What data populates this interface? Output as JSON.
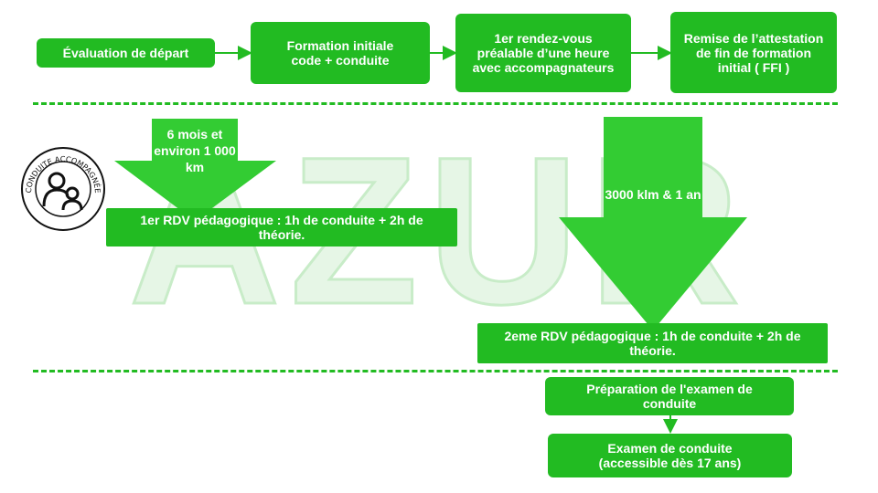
{
  "watermark": {
    "text": "AZUR",
    "color": "#d9f2d9"
  },
  "colors": {
    "green": "#22bb22",
    "arrow": "#33cc33"
  },
  "logo": {
    "text": "CONDUITE ACCOMPAGNÉE",
    "icon": "parent-child-icon"
  },
  "top_row": {
    "step1": "Évaluation de départ",
    "step2": "Formation initiale code + conduite",
    "step3": "1er rendez-vous préalable d’une heure avec accompagnateurs",
    "step4": "Remise de l’attestation de fin de formation initial ( FFI )"
  },
  "middle": {
    "arrow1_label": "6 mois et environ 1 000 km",
    "rdv1": "1er RDV pédagogique : 1h de conduite + 2h de théorie.",
    "arrow2_label": "3000 klm & 1 an",
    "rdv2": "2eme RDV pédagogique : 1h de conduite + 2h de théorie."
  },
  "bottom": {
    "prep": "Préparation de l'examen de conduite",
    "exam": "Examen de conduite (accessible dès 17 ans)"
  }
}
